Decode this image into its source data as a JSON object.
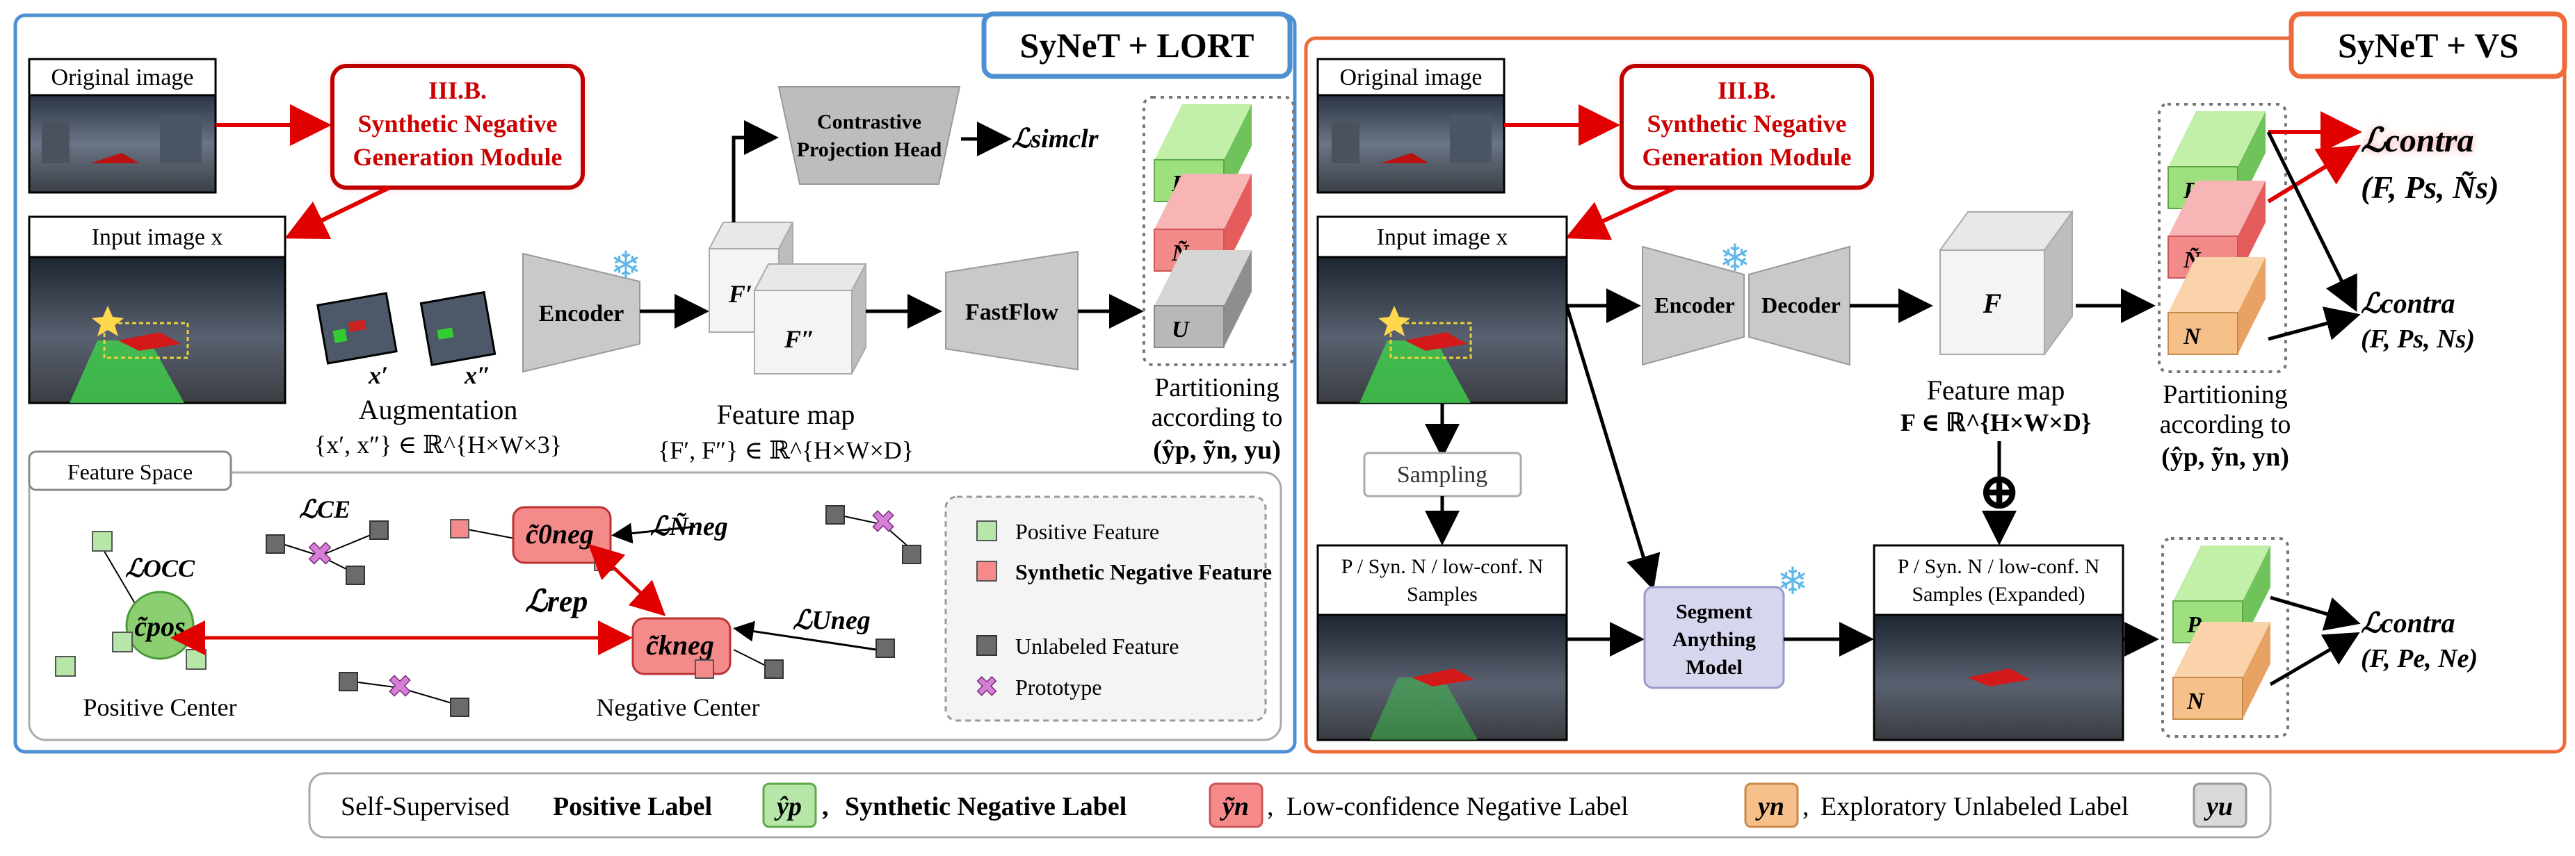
{
  "left_panel": {
    "title": "SyNeT + LORT",
    "original_image_label": "Original image",
    "module_line1": "III.B.",
    "module_line2": "Synthetic Negative",
    "module_line3": "Generation Module",
    "input_image_label": "Input image x",
    "augmentation_label": "Augmentation",
    "augmentation_formula": "{x′, x″} ∈ ℝ^{H×W×3}",
    "x_prime": "x′",
    "x_double_prime": "x″",
    "encoder": "Encoder",
    "contrastive_head_line1": "Contrastive",
    "contrastive_head_line2": "Projection Head",
    "loss_simclr": "ℒsimclr",
    "f_prime": "F′",
    "f_double_prime": "F″",
    "fastflow": "FastFlow",
    "feature_map_label": "Feature map",
    "feature_map_formula": "{F′, F″} ∈ ℝ^{H×W×D}",
    "partition_labels": [
      "P",
      "Ñ",
      "U"
    ],
    "partition_line1": "Partitioning",
    "partition_line2": "according to",
    "partition_line3": "(ŷp, ỹn, yu)",
    "feature_space": {
      "title": "Feature Space",
      "loss_occ": "ℒOCC",
      "loss_ce": "ℒCE",
      "loss_neg_n": "ℒÑneg",
      "loss_rep": "ℒrep",
      "loss_neg_u": "ℒUneg",
      "c0_neg": "c̃0neg",
      "ck_neg": "c̃kneg",
      "c_pos": "c̃pos",
      "positive_center": "Positive Center",
      "negative_center": "Negative Center",
      "legend": [
        {
          "label": "Positive Feature",
          "color": "#b6e6a8"
        },
        {
          "label": "Synthetic Negative Feature",
          "color": "#f48a8a"
        },
        {
          "label": "Unlabeled Feature",
          "color": "#6b6b6b"
        },
        {
          "label": "Prototype",
          "color": "#d67fd6"
        }
      ]
    }
  },
  "right_panel": {
    "title": "SyNeT + VS",
    "original_image_label": "Original image",
    "module_line1": "III.B.",
    "module_line2": "Synthetic Negative",
    "module_line3": "Generation Module",
    "input_image_label": "Input image x",
    "encoder": "Encoder",
    "decoder": "Decoder",
    "f_label": "F",
    "feature_map_label": "Feature map",
    "feature_map_formula": "F ∈ ℝ^{H×W×D}",
    "partition_labels": [
      "P",
      "Ñ",
      "N"
    ],
    "partition_line1": "Partitioning",
    "partition_line2": "according to",
    "partition_line3": "(ŷp, ỹn, yn)",
    "loss1": "ℒcontra",
    "loss1_args": "(F, Ps, Ñs)",
    "loss2": "ℒcontra",
    "loss2_args": "(F, Ps, Ns)",
    "sampling": "Sampling",
    "samples_line1": "P / Syn. N / low-conf. N",
    "samples_line2": "Samples",
    "sam_line1": "Segment",
    "sam_line2": "Anything",
    "sam_line3": "Model",
    "expanded_line1": "P / Syn. N / low-conf. N",
    "expanded_line2": "Samples (Expanded)",
    "expanded_partition_labels": [
      "P",
      "N"
    ],
    "loss3": "ℒcontra",
    "loss3_args": "(F, Pe, Ne)",
    "plus_symbol": "⊕"
  },
  "legend_bar": {
    "item1_prefix": "Self-Supervised",
    "item1_bold": "Positive Label",
    "item1_sym": "ŷp",
    "item2_bold": "Synthetic Negative Label",
    "item2_sym": "ỹn",
    "item3": "Low-confidence Negative Label",
    "item3_sym": "yn",
    "item4": "Exploratory Unlabeled Label",
    "item4_sym": "yu",
    "colors": {
      "positive": "#b6e6a8",
      "synthetic": "#f48a8a",
      "lowconf": "#f5c08a",
      "unlabeled": "#d9d9d9"
    }
  }
}
